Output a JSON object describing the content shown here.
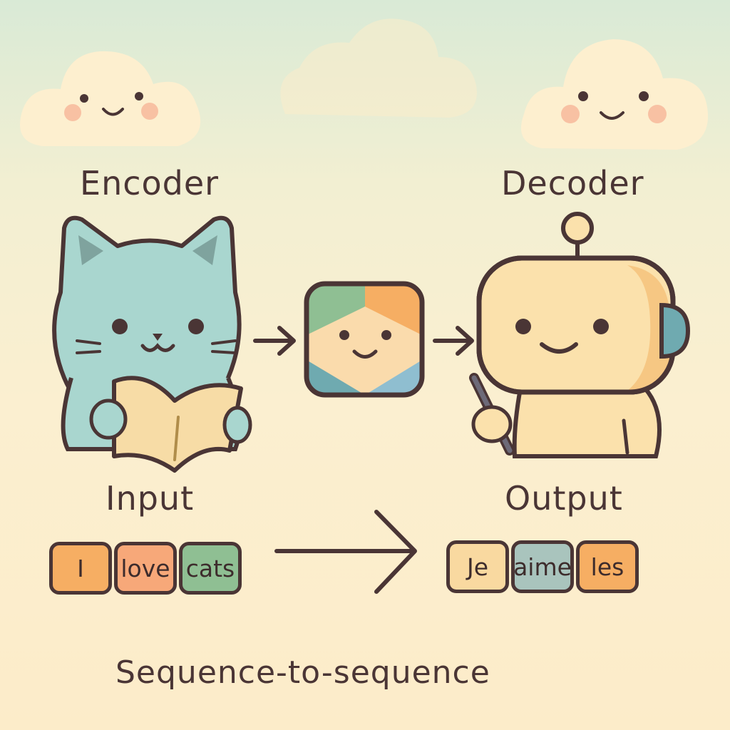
{
  "labels": {
    "encoder": "Encoder",
    "decoder": "Decoder",
    "input": "Input",
    "output": "Output",
    "title": "Sequence-to-sequence"
  },
  "input_tokens": [
    {
      "text": "I",
      "color": "#f6ae63"
    },
    {
      "text": "love",
      "color": "#f7a879"
    },
    {
      "text": "cats",
      "color": "#8fbf93"
    }
  ],
  "output_tokens": [
    {
      "text": "Je",
      "color": "#f9d9a0"
    },
    {
      "text": "aime",
      "color": "#a9c4bd"
    },
    {
      "text": "les",
      "color": "#f6ae63"
    }
  ],
  "colors": {
    "outline": "#4a3535",
    "cat": "#a9d6cf",
    "book": "#f7dca6",
    "robot": "#fbe1ac",
    "robot_shade": "#f5c47e",
    "headphone": "#6faab0",
    "cloud": "#fdefcf",
    "cheek": "#f7b99b"
  },
  "icons": [
    "cloud-icon",
    "cat-icon",
    "book-icon",
    "context-vector-icon",
    "robot-icon",
    "pen-icon",
    "arrow-icon"
  ]
}
